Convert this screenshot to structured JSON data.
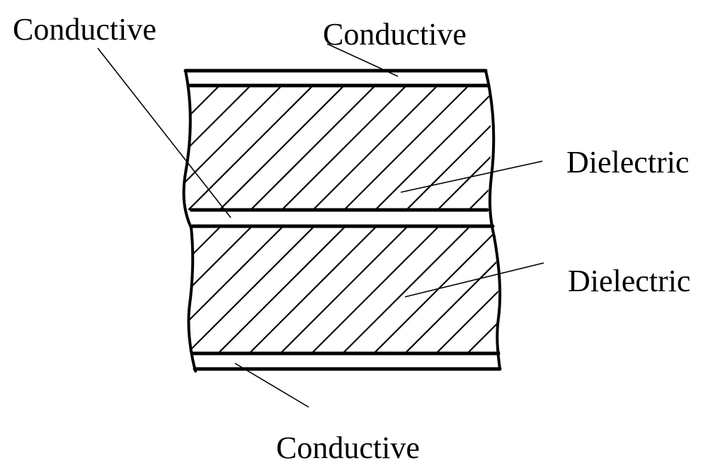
{
  "labels": {
    "conductive_top_left": "Conductive",
    "conductive_top_right": "Conductive",
    "dielectric_upper": "Dielectric",
    "dielectric_lower": "Dielectric",
    "conductive_bottom": "Conductive"
  },
  "colors": {
    "ink": "#000000",
    "background": "#ffffff"
  }
}
